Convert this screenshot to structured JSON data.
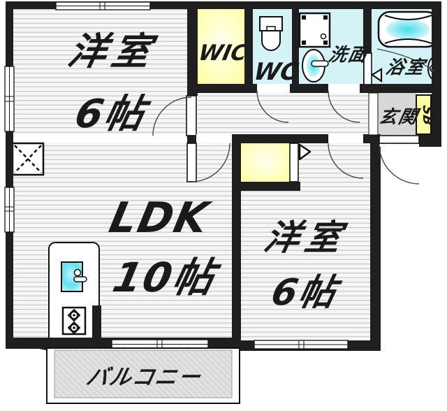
{
  "plan": {
    "bedroom1": {
      "name": "洋室",
      "size": "6帖"
    },
    "ldk": {
      "name": "LDK",
      "size": "10帖"
    },
    "bedroom2": {
      "name": "洋室",
      "size": "6帖"
    },
    "wic": "WIC",
    "wc": "WC",
    "washroom": "洗面",
    "bathroom": "浴室",
    "entrance": "玄関",
    "shoebox": "SB",
    "balcony": "バルコニー"
  },
  "colors": {
    "wall": "#1f1f1f",
    "room_yellow": "#ffffad",
    "room_cyan": "#d5f3f6",
    "fixture_cyan": "#49dcec",
    "entrance_gray": "#d8d8d8",
    "balcony_gray": "#d9d9d9",
    "floor_stripe": "#c6c6c6",
    "text": "#1a1a1a"
  }
}
